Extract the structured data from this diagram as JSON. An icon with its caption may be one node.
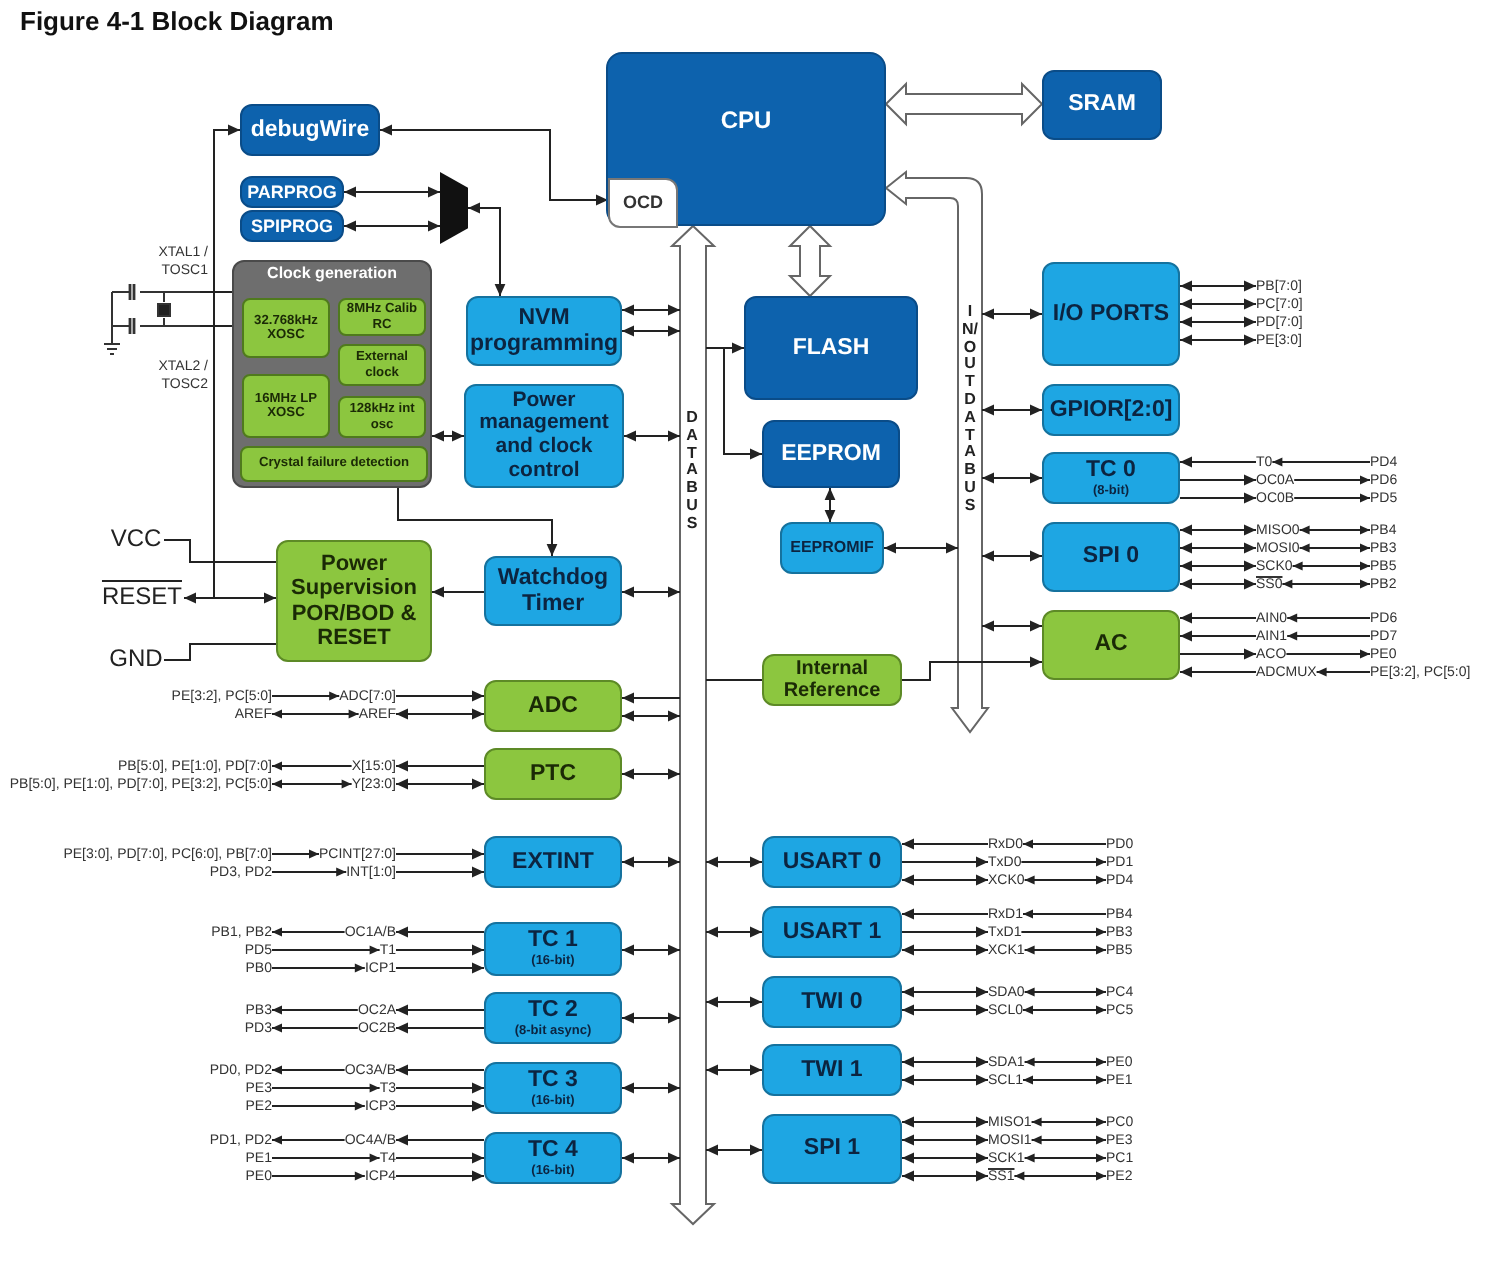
{
  "diagram": {
    "title": "Figure 4-1 Block Diagram",
    "nodes": [
      {
        "text": [
          "CPU"
        ]
      },
      {
        "text": [
          "OCD"
        ],
        "in": 0
      },
      {
        "text": [
          "SRAM"
        ]
      },
      {
        "text": [
          "debugWire"
        ]
      },
      {
        "text": [
          "PARPROG"
        ]
      },
      {
        "text": [
          "SPIPROG"
        ]
      },
      {
        "text": [],
        "shape": "trapezoid"
      },
      {
        "text": [
          "Clock generation"
        ]
      },
      {
        "text": [
          "32.768kHz XOSC"
        ],
        "in": 7
      },
      {
        "text": [
          "8MHz Calib RC"
        ],
        "in": 7
      },
      {
        "text": [
          "External clock"
        ],
        "in": 7
      },
      {
        "text": [
          "16MHz LP XOSC"
        ],
        "in": 7
      },
      {
        "text": [
          "128kHz int osc"
        ],
        "in": 7
      },
      {
        "text": [
          "Crystal failure detection"
        ],
        "in": 7
      },
      {
        "text": [],
        "shape": "crystal"
      },
      {
        "text": [
          "NVM programming"
        ]
      },
      {
        "text": [
          "Power management and clock control"
        ]
      },
      {
        "text": [
          "VCC"
        ]
      },
      {
        "text": [
          "RESET"
        ]
      },
      {
        "text": [
          "GND"
        ]
      },
      {
        "text": [
          "Power Supervision POR/BOD & RESET"
        ]
      },
      {
        "text": [
          "Watchdog Timer"
        ]
      },
      {
        "text": [
          "DATABUS"
        ]
      },
      {
        "text": [
          "FLASH"
        ]
      },
      {
        "text": [
          "EEPROM"
        ]
      },
      {
        "text": [
          "EEPROMIF"
        ]
      },
      {
        "text": [
          "Internal Reference"
        ]
      },
      {
        "text": [
          "IN/OUT DATABUS"
        ]
      },
      {
        "text": [
          "I/O PORTS"
        ]
      },
      {
        "text": [
          "GPIOR[2:0]"
        ]
      },
      {
        "text": [
          "TC 0",
          "(8-bit)"
        ]
      },
      {
        "text": [
          "SPI 0"
        ]
      },
      {
        "text": [
          "AC"
        ]
      },
      {
        "text": [
          "ADC"
        ]
      },
      {
        "text": [
          "PTC"
        ]
      },
      {
        "text": [
          "EXTINT"
        ]
      },
      {
        "text": [
          "TC 1",
          "(16-bit)"
        ]
      },
      {
        "text": [
          "TC 2",
          "(8-bit async)"
        ]
      },
      {
        "text": [
          "TC 3",
          "(16-bit)"
        ]
      },
      {
        "text": [
          "TC 4",
          "(16-bit)"
        ]
      },
      {
        "text": [
          "USART 0"
        ]
      },
      {
        "text": [
          "USART 1"
        ]
      },
      {
        "text": [
          "TWI 0"
        ]
      },
      {
        "text": [
          "TWI 1"
        ]
      },
      {
        "text": [
          "SPI 1"
        ]
      },
      {
        "text": [
          "PB[7:0]"
        ]
      },
      {
        "text": [
          "PC[7:0]"
        ]
      },
      {
        "text": [
          "PD[7:0]"
        ]
      },
      {
        "text": [
          "PE[3:0]"
        ]
      },
      {
        "text": [
          "T0"
        ]
      },
      {
        "text": [
          "PD4"
        ]
      },
      {
        "text": [
          "OC0A"
        ]
      },
      {
        "text": [
          "PD6"
        ]
      },
      {
        "text": [
          "OC0B"
        ]
      },
      {
        "text": [
          "PD5"
        ]
      },
      {
        "text": [
          "MISO0"
        ]
      },
      {
        "text": [
          "PB4"
        ]
      },
      {
        "text": [
          "MOSI0"
        ]
      },
      {
        "text": [
          "PB3"
        ]
      },
      {
        "text": [
          "SCK0"
        ]
      },
      {
        "text": [
          "PB5"
        ]
      },
      {
        "text": [
          "SS0"
        ]
      },
      {
        "text": [
          "PB2"
        ]
      },
      {
        "text": [
          "AIN0"
        ]
      },
      {
        "text": [
          "PD6"
        ]
      },
      {
        "text": [
          "AIN1"
        ]
      },
      {
        "text": [
          "PD7"
        ]
      },
      {
        "text": [
          "ACO"
        ]
      },
      {
        "text": [
          "PE0"
        ]
      },
      {
        "text": [
          "ADCMUX"
        ]
      },
      {
        "text": [
          "PE[3:2], PC[5:0]"
        ]
      },
      {
        "text": [
          "PE[3:2], PC[5:0]"
        ]
      },
      {
        "text": [
          "ADC[7:0]"
        ]
      },
      {
        "text": [
          "AREF"
        ]
      },
      {
        "text": [
          "AREF"
        ]
      },
      {
        "text": [
          "PB[5:0], PE[1:0], PD[7:0]"
        ]
      },
      {
        "text": [
          "X[15:0]"
        ]
      },
      {
        "text": [
          "PB[5:0], PE[1:0], PD[7:0], PE[3:2], PC[5:0]"
        ]
      },
      {
        "text": [
          "Y[23:0]"
        ]
      },
      {
        "text": [
          "PE[3:0], PD[7:0], PC[6:0], PB[7:0]"
        ]
      },
      {
        "text": [
          "PCINT[27:0]"
        ]
      },
      {
        "text": [
          "PD3, PD2"
        ]
      },
      {
        "text": [
          "INT[1:0]"
        ]
      },
      {
        "text": [
          "PB1, PB2"
        ]
      },
      {
        "text": [
          "OC1A/B"
        ]
      },
      {
        "text": [
          "PD5"
        ]
      },
      {
        "text": [
          "T1"
        ]
      },
      {
        "text": [
          "PB0"
        ]
      },
      {
        "text": [
          "ICP1"
        ]
      },
      {
        "text": [
          "PB3"
        ]
      },
      {
        "text": [
          "OC2A"
        ]
      },
      {
        "text": [
          "PD3"
        ]
      },
      {
        "text": [
          "OC2B"
        ]
      },
      {
        "text": [
          "PD0, PD2"
        ]
      },
      {
        "text": [
          "OC3A/B"
        ]
      },
      {
        "text": [
          "PE3"
        ]
      },
      {
        "text": [
          "T3"
        ]
      },
      {
        "text": [
          "PE2"
        ]
      },
      {
        "text": [
          "ICP3"
        ]
      },
      {
        "text": [
          "PD1, PD2"
        ]
      },
      {
        "text": [
          "OC4A/B"
        ]
      },
      {
        "text": [
          "PE1"
        ]
      },
      {
        "text": [
          "T4"
        ]
      },
      {
        "text": [
          "PE0"
        ]
      },
      {
        "text": [
          "ICP4"
        ]
      },
      {
        "text": [
          "RxD0"
        ]
      },
      {
        "text": [
          "PD0"
        ]
      },
      {
        "text": [
          "TxD0"
        ]
      },
      {
        "text": [
          "PD1"
        ]
      },
      {
        "text": [
          "XCK0"
        ]
      },
      {
        "text": [
          "PD4"
        ]
      },
      {
        "text": [
          "RxD1"
        ]
      },
      {
        "text": [
          "PB4"
        ]
      },
      {
        "text": [
          "TxD1"
        ]
      },
      {
        "text": [
          "PB3"
        ]
      },
      {
        "text": [
          "XCK1"
        ]
      },
      {
        "text": [
          "PB5"
        ]
      },
      {
        "text": [
          "SDA0"
        ]
      },
      {
        "text": [
          "PC4"
        ]
      },
      {
        "text": [
          "SCL0"
        ]
      },
      {
        "text": [
          "PC5"
        ]
      },
      {
        "text": [
          "SDA1"
        ]
      },
      {
        "text": [
          "PE0"
        ]
      },
      {
        "text": [
          "SCL1"
        ]
      },
      {
        "text": [
          "PE1"
        ]
      },
      {
        "text": [
          "MISO1"
        ]
      },
      {
        "text": [
          "PC0"
        ]
      },
      {
        "text": [
          "MOSI1"
        ]
      },
      {
        "text": [
          "PE3"
        ]
      },
      {
        "text": [
          "SCK1"
        ]
      },
      {
        "text": [
          "PC1"
        ]
      },
      {
        "text": [
          "SS1"
        ]
      },
      {
        "text": [
          "PE2"
        ]
      }
    ],
    "edges": [
      {
        "from": 0,
        "to": 2,
        "arrow": "both",
        "style": "thick"
      },
      {
        "from": 0,
        "to": 23,
        "arrow": "both",
        "style": "thick"
      },
      {
        "from": 3,
        "to": 1,
        "arrow": "both"
      },
      {
        "from": 18,
        "to": 3,
        "arrow": "to"
      },
      {
        "from": 20,
        "to": 18,
        "arrow": "both"
      },
      {
        "from": 20,
        "to": 17,
        "arrow": "none"
      },
      {
        "from": 20,
        "to": 19,
        "arrow": "none"
      },
      {
        "from": 4,
        "to": 6,
        "arrow": "both"
      },
      {
        "from": 5,
        "to": 6,
        "arrow": "both"
      },
      {
        "from": 6,
        "to": 15,
        "arrow": "both"
      },
      {
        "from": 14,
        "to": 7,
        "arrow": "none"
      },
      {
        "from": 14,
        "to": 7,
        "arrow": "none"
      },
      {
        "from": 7,
        "to": 16,
        "arrow": "both"
      },
      {
        "from": 7,
        "to": 21,
        "arrow": "to"
      },
      {
        "from": 21,
        "to": 20,
        "arrow": "to"
      },
      {
        "from": 15,
        "to": 22,
        "arrow": "both"
      },
      {
        "from": 22,
        "to": 23,
        "arrow": "to"
      },
      {
        "from": 22,
        "to": 24,
        "arrow": "to"
      },
      {
        "from": 16,
        "to": 22,
        "arrow": "both"
      },
      {
        "from": 21,
        "to": 22,
        "arrow": "both"
      },
      {
        "from": 24,
        "to": 25,
        "arrow": "both"
      },
      {
        "from": 25,
        "to": 27,
        "arrow": "both"
      },
      {
        "from": 27,
        "to": 28,
        "arrow": "both"
      },
      {
        "from": 27,
        "to": 29,
        "arrow": "both"
      },
      {
        "from": 27,
        "to": 30,
        "arrow": "both"
      },
      {
        "from": 27,
        "to": 31,
        "arrow": "both"
      },
      {
        "from": 27,
        "to": 32,
        "arrow": "both"
      },
      {
        "from": 26,
        "to": 32,
        "arrow": "to"
      },
      {
        "from": 22,
        "to": 33,
        "arrow": "to"
      },
      {
        "from": 33,
        "to": 22,
        "arrow": "both"
      },
      {
        "from": 34,
        "to": 22,
        "arrow": "both"
      },
      {
        "from": 35,
        "to": 22,
        "arrow": "both"
      },
      {
        "from": 36,
        "to": 22,
        "arrow": "both"
      },
      {
        "from": 37,
        "to": 22,
        "arrow": "both"
      },
      {
        "from": 38,
        "to": 22,
        "arrow": "both"
      },
      {
        "from": 39,
        "to": 22,
        "arrow": "both"
      },
      {
        "from": 22,
        "to": 40,
        "arrow": "both"
      },
      {
        "from": 22,
        "to": 41,
        "arrow": "both"
      },
      {
        "from": 22,
        "to": 42,
        "arrow": "both"
      },
      {
        "from": 22,
        "to": 43,
        "arrow": "both"
      },
      {
        "from": 22,
        "to": 44,
        "arrow": "both"
      },
      {
        "from": 28,
        "to": 45,
        "arrow": "both"
      },
      {
        "from": 28,
        "to": 46,
        "arrow": "both"
      },
      {
        "from": 28,
        "to": 47,
        "arrow": "both"
      },
      {
        "from": 28,
        "to": 48,
        "arrow": "both"
      },
      {
        "from": 49,
        "to": 30,
        "arrow": "to"
      },
      {
        "from": 50,
        "to": 49,
        "arrow": "to"
      },
      {
        "from": 30,
        "to": 51,
        "arrow": "to"
      },
      {
        "from": 51,
        "to": 52,
        "arrow": "to"
      },
      {
        "from": 30,
        "to": 53,
        "arrow": "to"
      },
      {
        "from": 53,
        "to": 54,
        "arrow": "to"
      },
      {
        "from": 31,
        "to": 55,
        "arrow": "both"
      },
      {
        "from": 55,
        "to": 56,
        "arrow": "both"
      },
      {
        "from": 31,
        "to": 57,
        "arrow": "both"
      },
      {
        "from": 57,
        "to": 58,
        "arrow": "both"
      },
      {
        "from": 31,
        "to": 59,
        "arrow": "both"
      },
      {
        "from": 59,
        "to": 60,
        "arrow": "both"
      },
      {
        "from": 31,
        "to": 61,
        "arrow": "both"
      },
      {
        "from": 61,
        "to": 62,
        "arrow": "both"
      },
      {
        "from": 63,
        "to": 32,
        "arrow": "to"
      },
      {
        "from": 64,
        "to": 63,
        "arrow": "to"
      },
      {
        "from": 65,
        "to": 32,
        "arrow": "to"
      },
      {
        "from": 66,
        "to": 65,
        "arrow": "to"
      },
      {
        "from": 32,
        "to": 67,
        "arrow": "to"
      },
      {
        "from": 67,
        "to": 68,
        "arrow": "to"
      },
      {
        "from": 69,
        "to": 32,
        "arrow": "to"
      },
      {
        "from": 70,
        "to": 69,
        "arrow": "to"
      },
      {
        "from": 72,
        "to": 33,
        "arrow": "to"
      },
      {
        "from": 71,
        "to": 72,
        "arrow": "to"
      },
      {
        "from": 33,
        "to": 74,
        "arrow": "both"
      },
      {
        "from": 74,
        "to": 73,
        "arrow": "both"
      },
      {
        "from": 34,
        "to": 76,
        "arrow": "to"
      },
      {
        "from": 76,
        "to": 75,
        "arrow": "to"
      },
      {
        "from": 34,
        "to": 78,
        "arrow": "both"
      },
      {
        "from": 78,
        "to": 77,
        "arrow": "both"
      },
      {
        "from": 80,
        "to": 35,
        "arrow": "to"
      },
      {
        "from": 79,
        "to": 80,
        "arrow": "to"
      },
      {
        "from": 82,
        "to": 35,
        "arrow": "to"
      },
      {
        "from": 81,
        "to": 82,
        "arrow": "to"
      },
      {
        "from": 36,
        "to": 84,
        "arrow": "to"
      },
      {
        "from": 84,
        "to": 83,
        "arrow": "to"
      },
      {
        "from": 86,
        "to": 36,
        "arrow": "to"
      },
      {
        "from": 85,
        "to": 86,
        "arrow": "to"
      },
      {
        "from": 88,
        "to": 36,
        "arrow": "to"
      },
      {
        "from": 87,
        "to": 88,
        "arrow": "to"
      },
      {
        "from": 37,
        "to": 90,
        "arrow": "to"
      },
      {
        "from": 90,
        "to": 89,
        "arrow": "to"
      },
      {
        "from": 37,
        "to": 92,
        "arrow": "to"
      },
      {
        "from": 92,
        "to": 91,
        "arrow": "to"
      },
      {
        "from": 38,
        "to": 94,
        "arrow": "to"
      },
      {
        "from": 94,
        "to": 93,
        "arrow": "to"
      },
      {
        "from": 96,
        "to": 38,
        "arrow": "to"
      },
      {
        "from": 95,
        "to": 96,
        "arrow": "to"
      },
      {
        "from": 98,
        "to": 38,
        "arrow": "to"
      },
      {
        "from": 97,
        "to": 98,
        "arrow": "to"
      },
      {
        "from": 39,
        "to": 100,
        "arrow": "to"
      },
      {
        "from": 100,
        "to": 99,
        "arrow": "to"
      },
      {
        "from": 102,
        "to": 39,
        "arrow": "to"
      },
      {
        "from": 101,
        "to": 102,
        "arrow": "to"
      },
      {
        "from": 104,
        "to": 39,
        "arrow": "to"
      },
      {
        "from": 103,
        "to": 104,
        "arrow": "to"
      },
      {
        "from": 105,
        "to": 40,
        "arrow": "to"
      },
      {
        "from": 106,
        "to": 105,
        "arrow": "to"
      },
      {
        "from": 40,
        "to": 107,
        "arrow": "to"
      },
      {
        "from": 107,
        "to": 108,
        "arrow": "to"
      },
      {
        "from": 40,
        "to": 109,
        "arrow": "both"
      },
      {
        "from": 109,
        "to": 110,
        "arrow": "both"
      },
      {
        "from": 111,
        "to": 41,
        "arrow": "to"
      },
      {
        "from": 112,
        "to": 111,
        "arrow": "to"
      },
      {
        "from": 41,
        "to": 113,
        "arrow": "to"
      },
      {
        "from": 113,
        "to": 114,
        "arrow": "to"
      },
      {
        "from": 41,
        "to": 115,
        "arrow": "both"
      },
      {
        "from": 115,
        "to": 116,
        "arrow": "both"
      },
      {
        "from": 42,
        "to": 117,
        "arrow": "both"
      },
      {
        "from": 117,
        "to": 118,
        "arrow": "both"
      },
      {
        "from": 42,
        "to": 119,
        "arrow": "both"
      },
      {
        "from": 119,
        "to": 120,
        "arrow": "both"
      },
      {
        "from": 43,
        "to": 121,
        "arrow": "both"
      },
      {
        "from": 121,
        "to": 122,
        "arrow": "both"
      },
      {
        "from": 43,
        "to": 123,
        "arrow": "both"
      },
      {
        "from": 123,
        "to": 124,
        "arrow": "both"
      },
      {
        "from": 44,
        "to": 125,
        "arrow": "both"
      },
      {
        "from": 125,
        "to": 126,
        "arrow": "both"
      },
      {
        "from": 44,
        "to": 127,
        "arrow": "both"
      },
      {
        "from": 127,
        "to": 128,
        "arrow": "both"
      },
      {
        "from": 44,
        "to": 129,
        "arrow": "both"
      },
      {
        "from": 129,
        "to": 130,
        "arrow": "both"
      },
      {
        "from": 44,
        "to": 131,
        "arrow": "both"
      },
      {
        "from": 131,
        "to": 132,
        "arrow": "both"
      },
      {
        "from": 15,
        "to": 22,
        "arrow": "both"
      },
      {
        "from": 26,
        "to": 22,
        "arrow": "none"
      }
    ],
    "labels": [
      "XTAL1 / TOSC1",
      "XTAL2 / TOSC2"
    ]
  }
}
